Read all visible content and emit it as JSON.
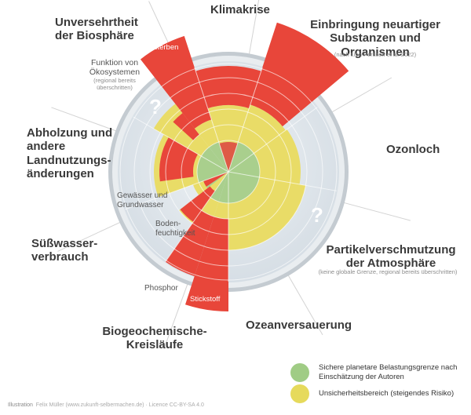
{
  "colors": {
    "red": "#e8463a",
    "deepred": "#dd3b2e",
    "yellow": "#e9dc67",
    "green": "#a9cf8d",
    "disc": "#dde4ea",
    "rim": "#c9cfd4",
    "legend_green": "#a0cc85",
    "legend_yellow": "#e6da5c"
  },
  "sectors": {
    "klima": "Klimakrise",
    "substanzen": "Einbringung neuartiger Substanzen und Organismen",
    "substanzen_note": "(nach Linn Persson et al. 2022)",
    "ozon": "Ozonloch",
    "partikel": "Partikelverschmutzung der Atmosphäre",
    "partikel_note": "(keine globale Grenze, regional bereits überschritten)",
    "ozean": "Ozeanversauerung",
    "biogeo": "Biogeochemische-Kreisläufe",
    "suess": "Süßwasser-verbrauch",
    "abholzung": "Abholzung und andere Landnutzungs-änderungen",
    "biosphaere": "Unversehrtheit der Biosphäre"
  },
  "sublabels": {
    "funktion": "Funktion von Ökosystemen",
    "funktion_note": "(regional bereits überschritten)",
    "artensterben": "Artensterben",
    "gewaesser": "Gewässer und Grundwasser",
    "boden": "Boden-feuchtigkeit",
    "phosphor": "Phosphor",
    "stickstoff": "Stickstoff"
  },
  "unknown_mark": "?",
  "legend": {
    "safe": "Sichere planetare Belastungsgrenze nach Einschätzung der Autoren",
    "uncertain": "Unsicherheitsbereich (steigendes Risiko)"
  },
  "credit": {
    "label": "Illustration",
    "text": "Felix Müller (www.zukunft-selbermachen.de) · Licence CC-BY-SA 4.0"
  }
}
